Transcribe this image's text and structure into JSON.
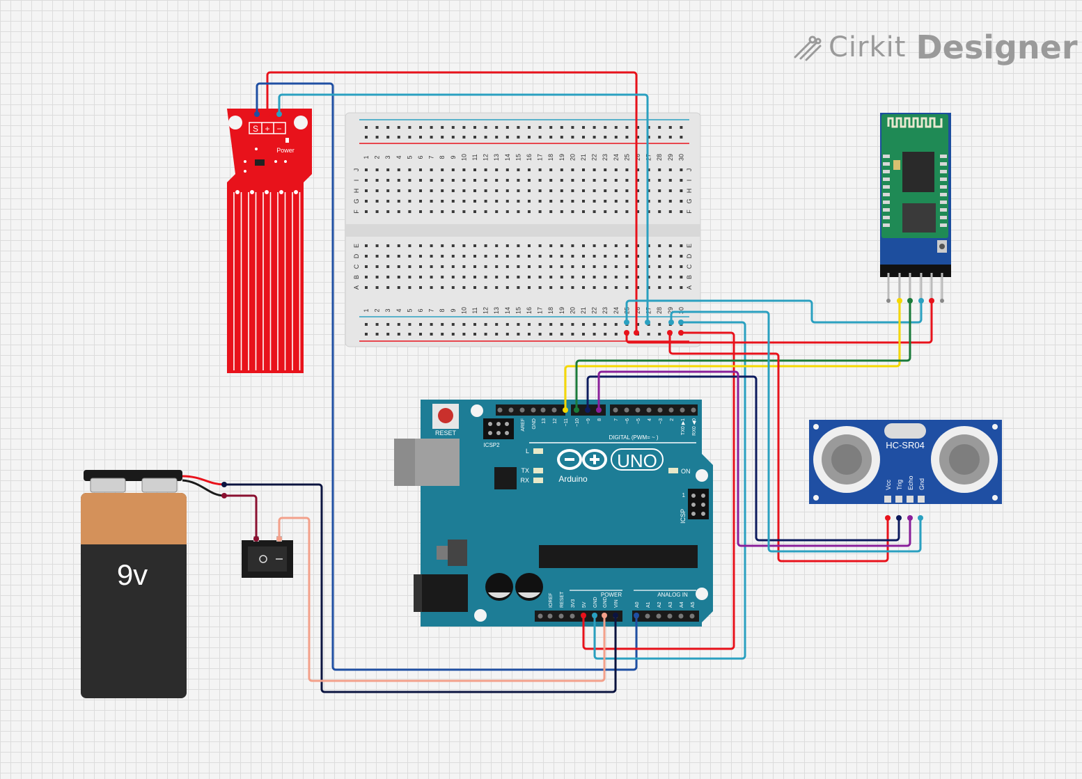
{
  "app": {
    "brand_name": "Cirkit",
    "brand_product": "Designer"
  },
  "battery": {
    "label": "9v"
  },
  "water_sensor": {
    "pins": [
      "S",
      "+",
      "−"
    ],
    "power_label": "Power"
  },
  "breadboard": {
    "columns": [
      "1",
      "2",
      "3",
      "4",
      "5",
      "6",
      "7",
      "8",
      "9",
      "10",
      "11",
      "12",
      "13",
      "14",
      "15",
      "16",
      "17",
      "18",
      "19",
      "20",
      "21",
      "22",
      "23",
      "24",
      "25",
      "26",
      "27",
      "28",
      "29",
      "30"
    ],
    "rows_top": [
      "J",
      "I",
      "H",
      "G",
      "F"
    ],
    "rows_bottom": [
      "E",
      "D",
      "C",
      "B",
      "A"
    ]
  },
  "arduino": {
    "reset_label": "RESET",
    "icsp2_label": "ICSP2",
    "icsp_label": "ICSP",
    "l_label": "L",
    "tx_label": "TX",
    "rx_label": "RX",
    "on_label": "ON",
    "brand": "Arduino",
    "model": "UNO",
    "digital_label": "DIGITAL (PWM= ~ )",
    "power_label": "POWER",
    "analog_label": "ANALOG IN",
    "digital_pins": [
      "AREF",
      "GND",
      "13",
      "12",
      "~11",
      "~10",
      "~9",
      "8",
      "7",
      "~6",
      "~5",
      "4",
      "~3",
      "2",
      "TX0 ▶1",
      "RX0 ◀0"
    ],
    "power_pins": [
      "IOREF",
      "RESET",
      "3V3",
      "5V",
      "GND",
      "GND",
      "VIN"
    ],
    "analog_pins": [
      "A0",
      "A1",
      "A2",
      "A3",
      "A4",
      "A5"
    ],
    "icsp_pin1": "1"
  },
  "ultrasonic": {
    "model": "HC-SR04",
    "pins": [
      "Vcc",
      "Trig",
      "Echo",
      "Gnd"
    ]
  },
  "wire_colors": {
    "red": "#e8121b",
    "blue": "#1f4fa3",
    "teal": "#2aa0c0",
    "yellow": "#f5d800",
    "green": "#1a7a3a",
    "navy": "#0d1b5e",
    "purple": "#8a1f9a",
    "salmon": "#f3a08a",
    "dark": "#0b1440",
    "maroon": "#8a1030"
  }
}
